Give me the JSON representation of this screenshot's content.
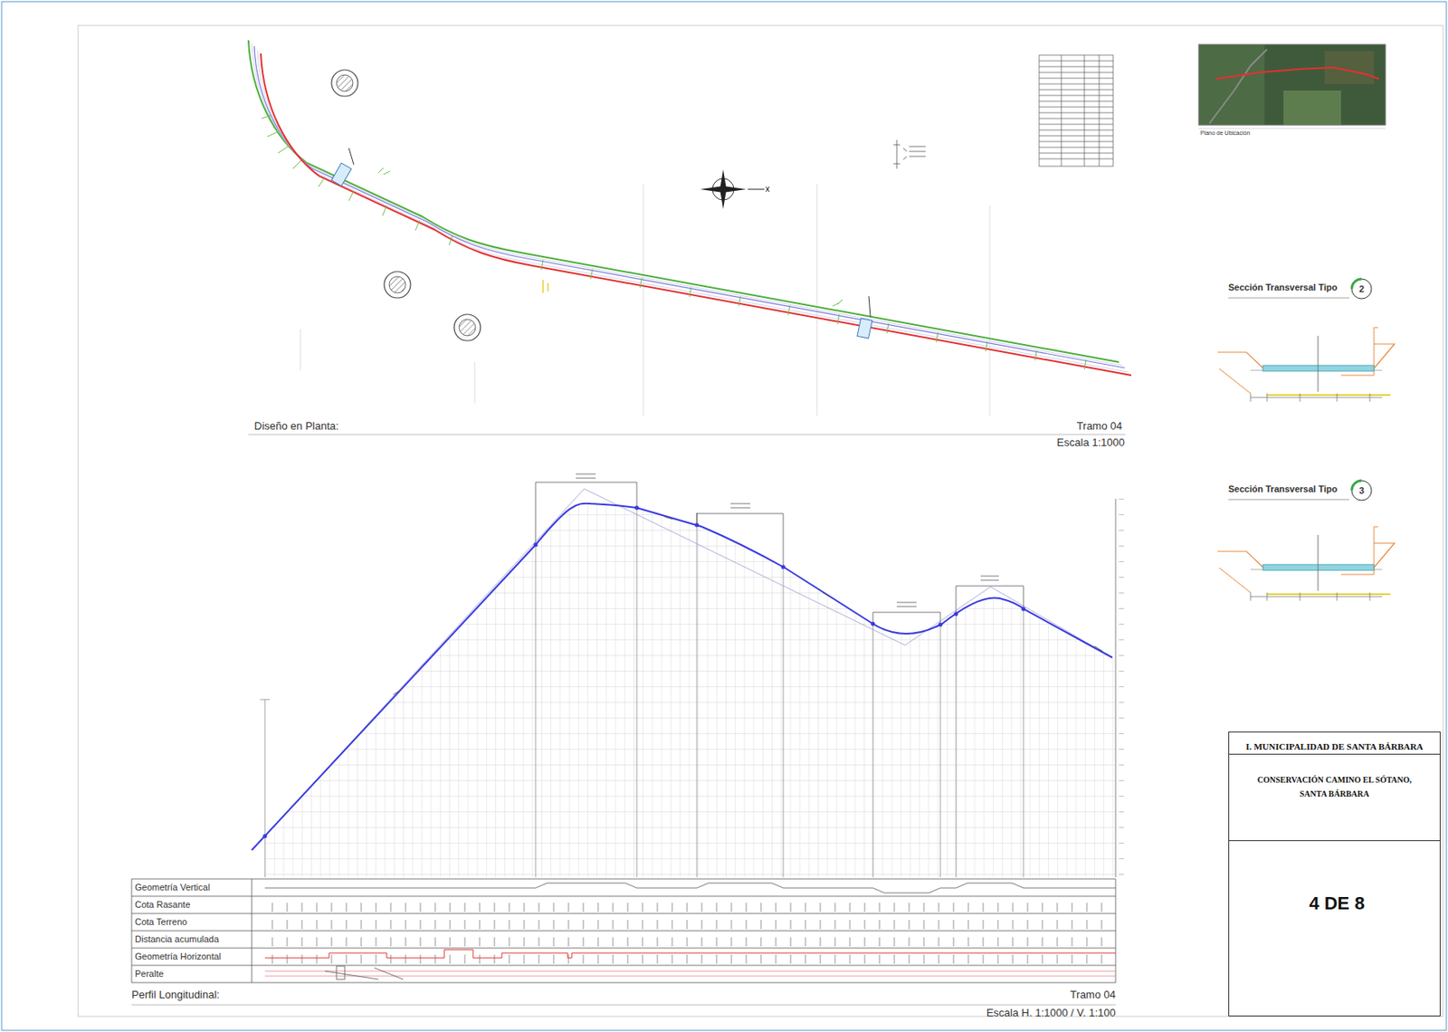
{
  "diagram": {
    "nodes": [
      {
        "text": [
          "I. MUNICIPALIDAD DE SANTA BÁRBARA"
        ]
      },
      {
        "text": [
          "CONSERVACIÓN CAMINO EL SÓTANO, SANTA BÁRBARA"
        ],
        "in": 0
      },
      {
        "text": [
          "4 DE 8"
        ],
        "in": 0
      }
    ],
    "labels": [
      "Diseño en Planta:",
      "Tramo 04",
      "Escala 1:1000",
      "Perfil Longitudinal:",
      "Tramo 04",
      "Escala H. 1:1000 / V. 1:100",
      "Sección Transversal Tipo",
      "2",
      "Sección Transversal Tipo",
      "3",
      "Geometría Vertical",
      "Cota Rasante",
      "Cota Terreno",
      "Distancia acumulada",
      "Geometría Horizontal",
      "Peralte",
      "Plano de Ubicación"
    ]
  }
}
